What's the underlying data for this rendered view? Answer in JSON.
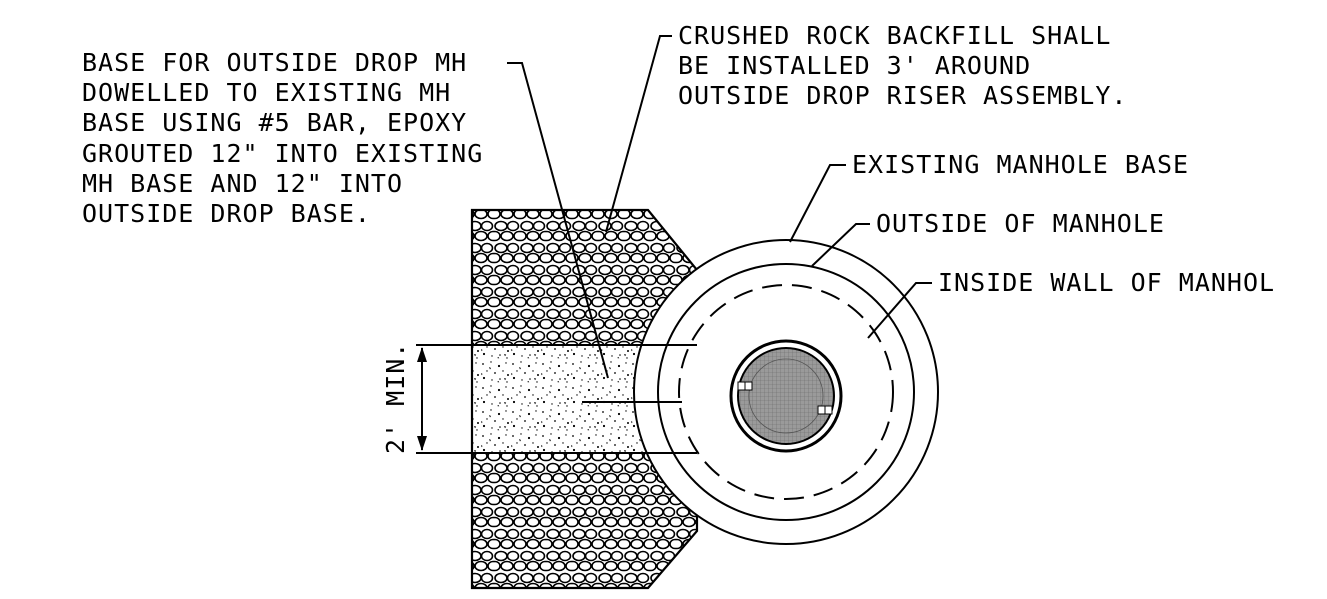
{
  "labels": {
    "drop_base": [
      "BASE FOR OUTSIDE DROP MH",
      "DOWELLED TO EXISTING MH",
      "BASE USING #5 BAR, EPOXY",
      "GROUTED 12\" INTO EXISTING",
      "MH BASE AND 12\" INTO",
      "OUTSIDE DROP BASE."
    ],
    "crushed_rock": [
      "CRUSHED ROCK BACKFILL SHALL",
      "BE INSTALLED 3' AROUND",
      "OUTSIDE DROP RISER ASSEMBLY."
    ],
    "existing_base": "EXISTING MANHOLE BASE",
    "outside_manhole": "OUTSIDE OF MANHOLE",
    "inside_wall": "INSIDE WALL OF MANHOL",
    "dimension": "2' MIN."
  },
  "colors": {
    "ink": "#000000",
    "paper": "#ffffff",
    "cover": "#8a8a8a"
  }
}
